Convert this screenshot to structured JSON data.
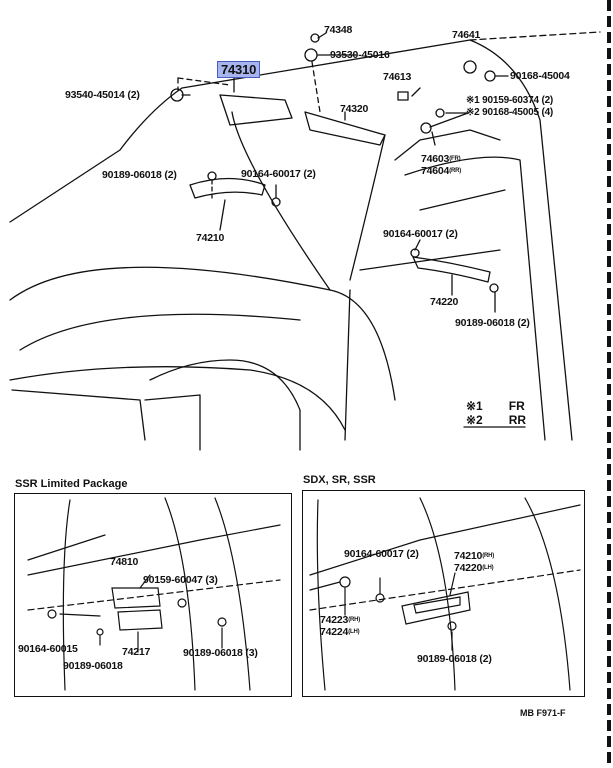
{
  "parts": {
    "p74348": "74348",
    "p74641": "74641",
    "p93530": "93530-45016",
    "p90168a": "90168-45004",
    "p74310": "74310",
    "p74613": "74613",
    "p93540": "93540-45014 (2)",
    "p90159a": "※1 90159-60374 (2)",
    "p90168b": "※2 90168-45005 (4)",
    "p74320": "74320",
    "p74603": "74603",
    "p74603_sub": "(FR)",
    "p74604": "74604",
    "p74604_sub": "(RR)",
    "p90189a": "90189-06018 (2)",
    "p90164a": "90164-60017 (2)",
    "p74210": "74210",
    "p90164b": "90164-60017 (2)",
    "p74220": "74220",
    "p90189b": "90189-06018 (2)",
    "p74810": "74810",
    "p90159b": "90159-60047 (3)",
    "p90164c": "90164-60015",
    "p90189c": "90189-06018",
    "p74217": "74217",
    "p90189d": "90189-06018 (3)",
    "p90164d": "90164-60017 (2)",
    "p74210b": "74210",
    "p74210b_sub": "(RH)",
    "p74220b": "74220",
    "p74220b_sub": "(LH)",
    "p74223": "74223",
    "p74223_sub": "(RH)",
    "p74224": "74224",
    "p74224_sub": "(LH)",
    "p90189e": "90189-06018 (2)"
  },
  "sections": {
    "left": "SSR Limited Package",
    "right": "SDX, SR, SSR"
  },
  "legend": {
    "m1": "※1",
    "v1": "FR",
    "m2": "※2",
    "v2": "RR"
  },
  "ref_code": "MB F971-F",
  "highlight_color": "#a7b4ee"
}
